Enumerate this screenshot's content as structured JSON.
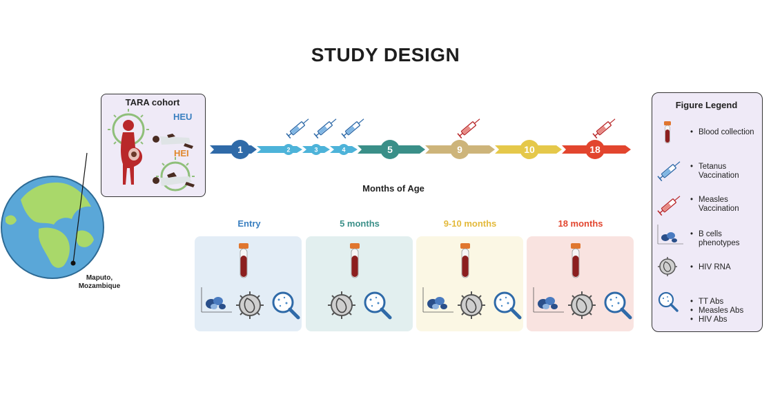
{
  "title": "STUDY DESIGN",
  "cohort": {
    "title": "TARA cohort",
    "groups": [
      {
        "label": "HEU",
        "color": "#3a7fc0"
      },
      {
        "label": "HEI",
        "color": "#e0872c"
      }
    ]
  },
  "location": {
    "line1": "Maputo,",
    "line2": "Mozambique"
  },
  "timeline": {
    "axis_label": "Months of Age",
    "milestones": [
      {
        "label": "1",
        "color": "#2f6aa8",
        "major": true
      },
      {
        "label": "2",
        "color": "#4db3d9",
        "major": false
      },
      {
        "label": "3",
        "color": "#4db3d9",
        "major": false
      },
      {
        "label": "4",
        "color": "#4db3d9",
        "major": false
      },
      {
        "label": "5",
        "color": "#3a8f88",
        "major": true
      },
      {
        "label": "9",
        "color": "#cdb47a",
        "major": true
      },
      {
        "label": "10",
        "color": "#e5c84a",
        "major": true
      },
      {
        "label": "18",
        "color": "#e2452e",
        "major": true
      }
    ]
  },
  "stages": [
    {
      "title": "Entry",
      "color": "#3a7fc0",
      "panel_color": "#e3edf6"
    },
    {
      "title": "5 months",
      "color": "#3a8f88",
      "panel_color": "#e2efef"
    },
    {
      "title": "9-10 months",
      "color": "#e3b93a",
      "panel_color": "#fbf7e4"
    },
    {
      "title": "18 months",
      "color": "#e2452e",
      "panel_color": "#f9e3e0"
    }
  ],
  "legend": {
    "title": "Figure Legend",
    "items": [
      {
        "icon": "blood-tube-icon",
        "lines": [
          "Blood collection"
        ]
      },
      {
        "icon": "tetanus-syringe-icon",
        "lines": [
          "Tetanus",
          "Vaccination"
        ]
      },
      {
        "icon": "measles-syringe-icon",
        "lines": [
          "Measles",
          "Vaccination"
        ]
      },
      {
        "icon": "flow-cytometry-icon",
        "lines": [
          "B cells",
          "phenotypes"
        ]
      },
      {
        "icon": "hiv-virus-icon",
        "lines": [
          "HIV RNA"
        ]
      },
      {
        "icon": "magnifier-icon",
        "lines": [
          "TT Abs",
          "Measles Abs",
          "HIV Abs"
        ]
      }
    ]
  }
}
